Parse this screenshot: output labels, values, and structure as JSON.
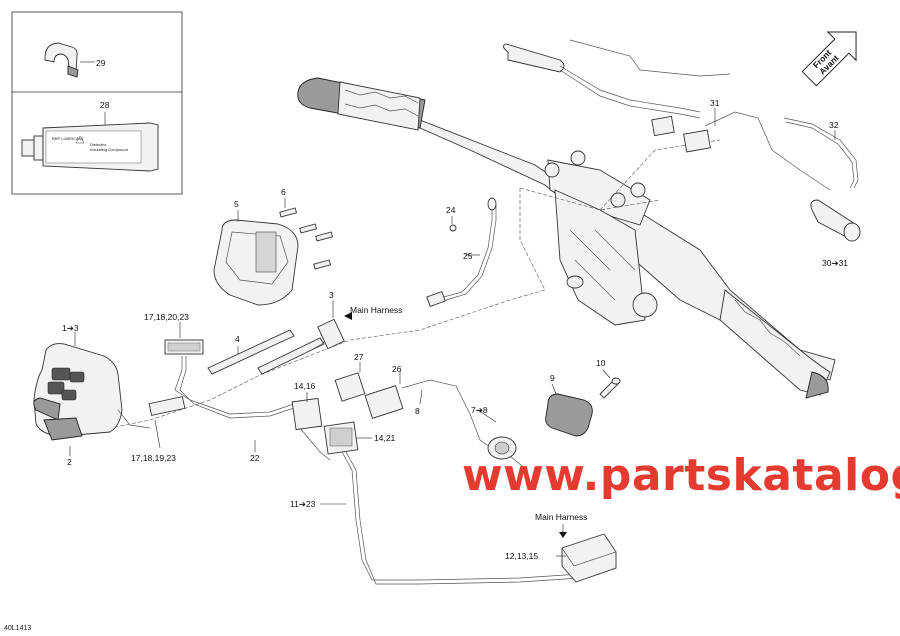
{
  "callouts": {
    "c29": "29",
    "c28": "28",
    "c6": "6",
    "c5": "5",
    "c24": "24",
    "c25": "25",
    "c31": "31",
    "c32": "32",
    "c30_31": "30➔31",
    "c3": "3",
    "main_harness_top": "Main Harness",
    "c17_18_20_23": "17,18,20,23",
    "c4": "4",
    "c1_3": "1➔3",
    "c27": "27",
    "c26": "26",
    "c8": "8",
    "c14_16": "14,16",
    "c10": "10",
    "c9": "9",
    "c7_8": "7➔8",
    "c14_21": "14,21",
    "c2": "2",
    "c17_18_19_23": "17,18,19,23",
    "c22": "22",
    "c11_23": "11➔23",
    "main_harness_bottom": "Main Harness",
    "c12_13_15": "12,13,15"
  },
  "front_arrow": {
    "line1": "Front",
    "line2": "Avant"
  },
  "watermark": "www.partskatalog.ru",
  "figure_code": "40L1413",
  "colors": {
    "watermark": "#e53a2f",
    "line": "#222222",
    "part_fill": "#f2f2f2",
    "dark_part": "#9a9a9a"
  }
}
